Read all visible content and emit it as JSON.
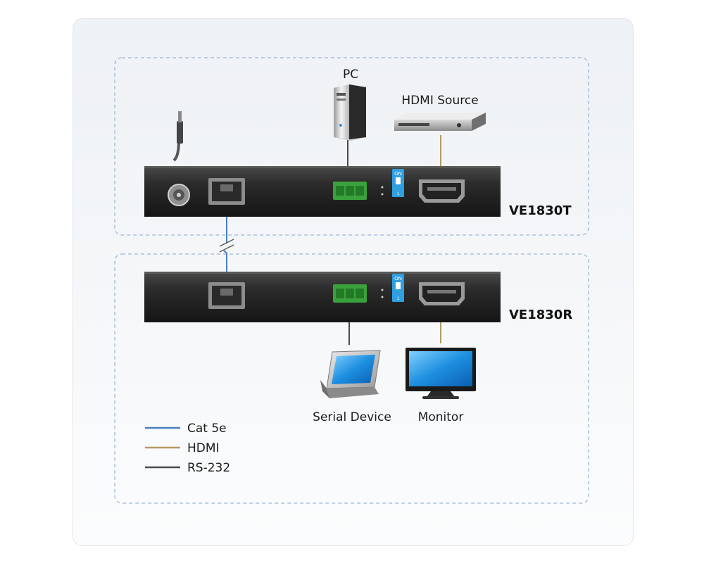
{
  "devices": {
    "pc": "PC",
    "hdmi_source": "HDMI Source",
    "serial_device": "Serial Device",
    "monitor": "Monitor"
  },
  "units": {
    "transmitter": "VE1830T",
    "receiver": "VE1830R"
  },
  "switch_labels": {
    "on": "ON",
    "pos": "1"
  },
  "legend": [
    {
      "label": "Cat 5e",
      "color": "#4a7fc1"
    },
    {
      "label": "HDMI",
      "color": "#b39a62"
    },
    {
      "label": "RS-232",
      "color": "#4a4a4a"
    }
  ],
  "colors": {
    "zone_border": "#9db6d8",
    "cat5e": "#4a7fc1",
    "hdmi": "#b39a62",
    "rs232": "#4a4a4a",
    "terminal_green": "#3aa23c",
    "dip_blue": "#2f9fe0"
  }
}
